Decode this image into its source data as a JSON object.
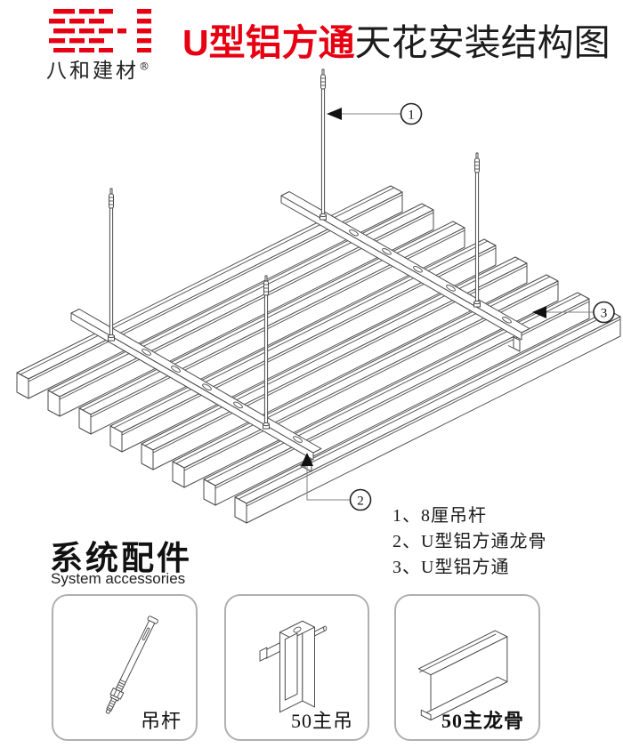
{
  "brand": {
    "name": "八和建材",
    "registered": "®",
    "logo_color": "#e60012"
  },
  "title": {
    "red": "U型铝方通",
    "black": "天花安装结构图"
  },
  "callouts": [
    {
      "num": "1"
    },
    {
      "num": "2"
    },
    {
      "num": "3"
    }
  ],
  "legend": {
    "items": [
      {
        "text": "1、8厘吊杆"
      },
      {
        "text": "2、U型铝方通龙骨"
      },
      {
        "text": "3、U型铝方通"
      }
    ]
  },
  "accessories": {
    "title_cn": "系统配件",
    "title_en": "System accessories",
    "items": [
      {
        "label": "吊杆"
      },
      {
        "label": "50主吊"
      },
      {
        "label": "50主龙骨"
      }
    ]
  }
}
